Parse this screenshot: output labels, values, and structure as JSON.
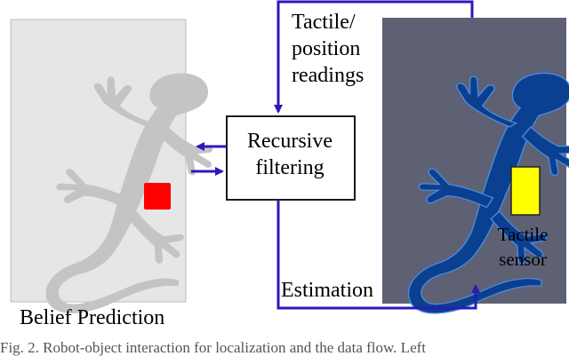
{
  "left_panel": {
    "caption": "Belief Prediction"
  },
  "flow": {
    "input_label_line1": "Tactile/",
    "input_label_line2": "position",
    "input_label_line3": "readings",
    "output_label": "Estimation"
  },
  "filter_box": {
    "line1": "Recursive",
    "line2": "filtering"
  },
  "right_panel": {
    "sensor_label_line1": "Tactile",
    "sensor_label_line2": "sensor"
  },
  "figure_caption": "Fig. 2. Robot-object interaction for localization and the data flow. Left",
  "colors": {
    "belief_bg": "#e6e6e6",
    "belief_gecko": "#c4c4c4",
    "belief_marker": "#ff0000",
    "scene_bg": "#5e6174",
    "scene_gecko": "#0b3f8f",
    "sensor": "#ffff00",
    "arrow": "#2b1ab8"
  }
}
